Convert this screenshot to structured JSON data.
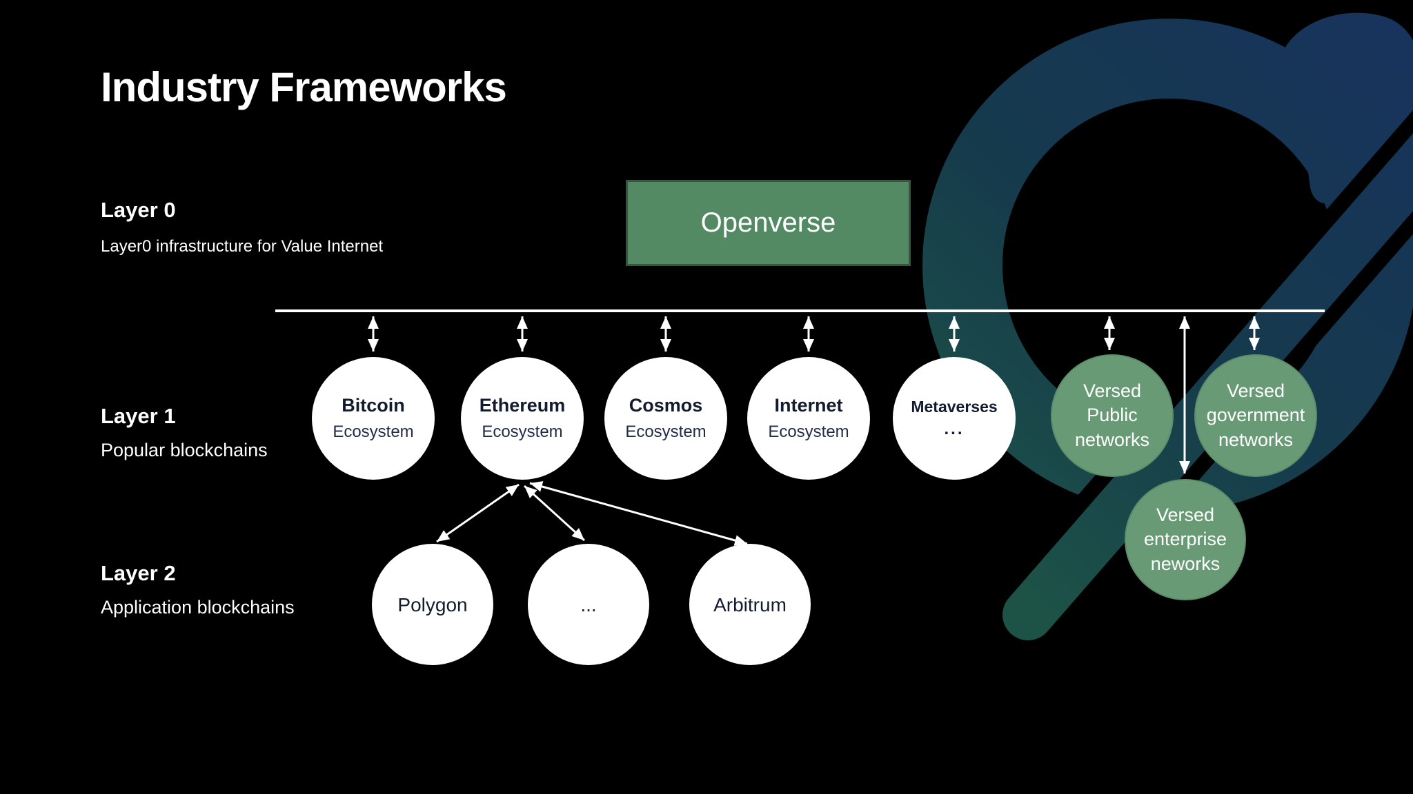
{
  "slide": {
    "title": "Industry Frameworks",
    "background_color": "#000000"
  },
  "layers": [
    {
      "heading": "Layer 0",
      "description": "Layer0 infrastructure for Value Internet"
    },
    {
      "heading": "Layer 1",
      "description": "Popular blockchains"
    },
    {
      "heading": "Layer 2",
      "description": "Application blockchains"
    }
  ],
  "openverse": {
    "label": "Openverse",
    "fill": "#538a64",
    "border": "#35573f"
  },
  "nodes": {
    "bitcoin": {
      "title": "Bitcoin",
      "subtitle": "Ecosystem"
    },
    "ethereum": {
      "title": "Ethereum",
      "subtitle": "Ecosystem"
    },
    "cosmos": {
      "title": "Cosmos",
      "subtitle": "Ecosystem"
    },
    "internet": {
      "title": "Internet",
      "subtitle": "Ecosystem"
    },
    "metaverses": {
      "title": "Metaverses",
      "subtitle": "..."
    },
    "versed_public": {
      "title": "Versed Public networks"
    },
    "versed_government": {
      "title": "Versed government networks"
    },
    "versed_enterprise": {
      "title": "Versed enterprise neworks"
    },
    "polygon": {
      "title": "Polygon"
    },
    "dots": {
      "title": "..."
    },
    "arbitrum": {
      "title": "Arbitrum"
    }
  },
  "connectors": {
    "bus_line": {
      "description": "horizontal line under Openverse linked by double-headed vertical arrows",
      "connected_nodes": [
        "bitcoin",
        "ethereum",
        "cosmos",
        "internet",
        "metaverses",
        "versed_public",
        "versed_government"
      ]
    },
    "bus_to_enterprise": "long double-headed arrow from bus line down to versed_enterprise",
    "ethereum_children": [
      "polygon",
      "dots",
      "arbitrum"
    ]
  },
  "colors": {
    "node_white_fill": "#ffffff",
    "node_green_fill": "#699a76",
    "dark_text": "#131b2e",
    "line_white": "#ffffff",
    "watermark_navy": "#18335d",
    "watermark_teal": "#1d5347"
  },
  "watermark": {
    "name": "openverse-planet-logo"
  }
}
